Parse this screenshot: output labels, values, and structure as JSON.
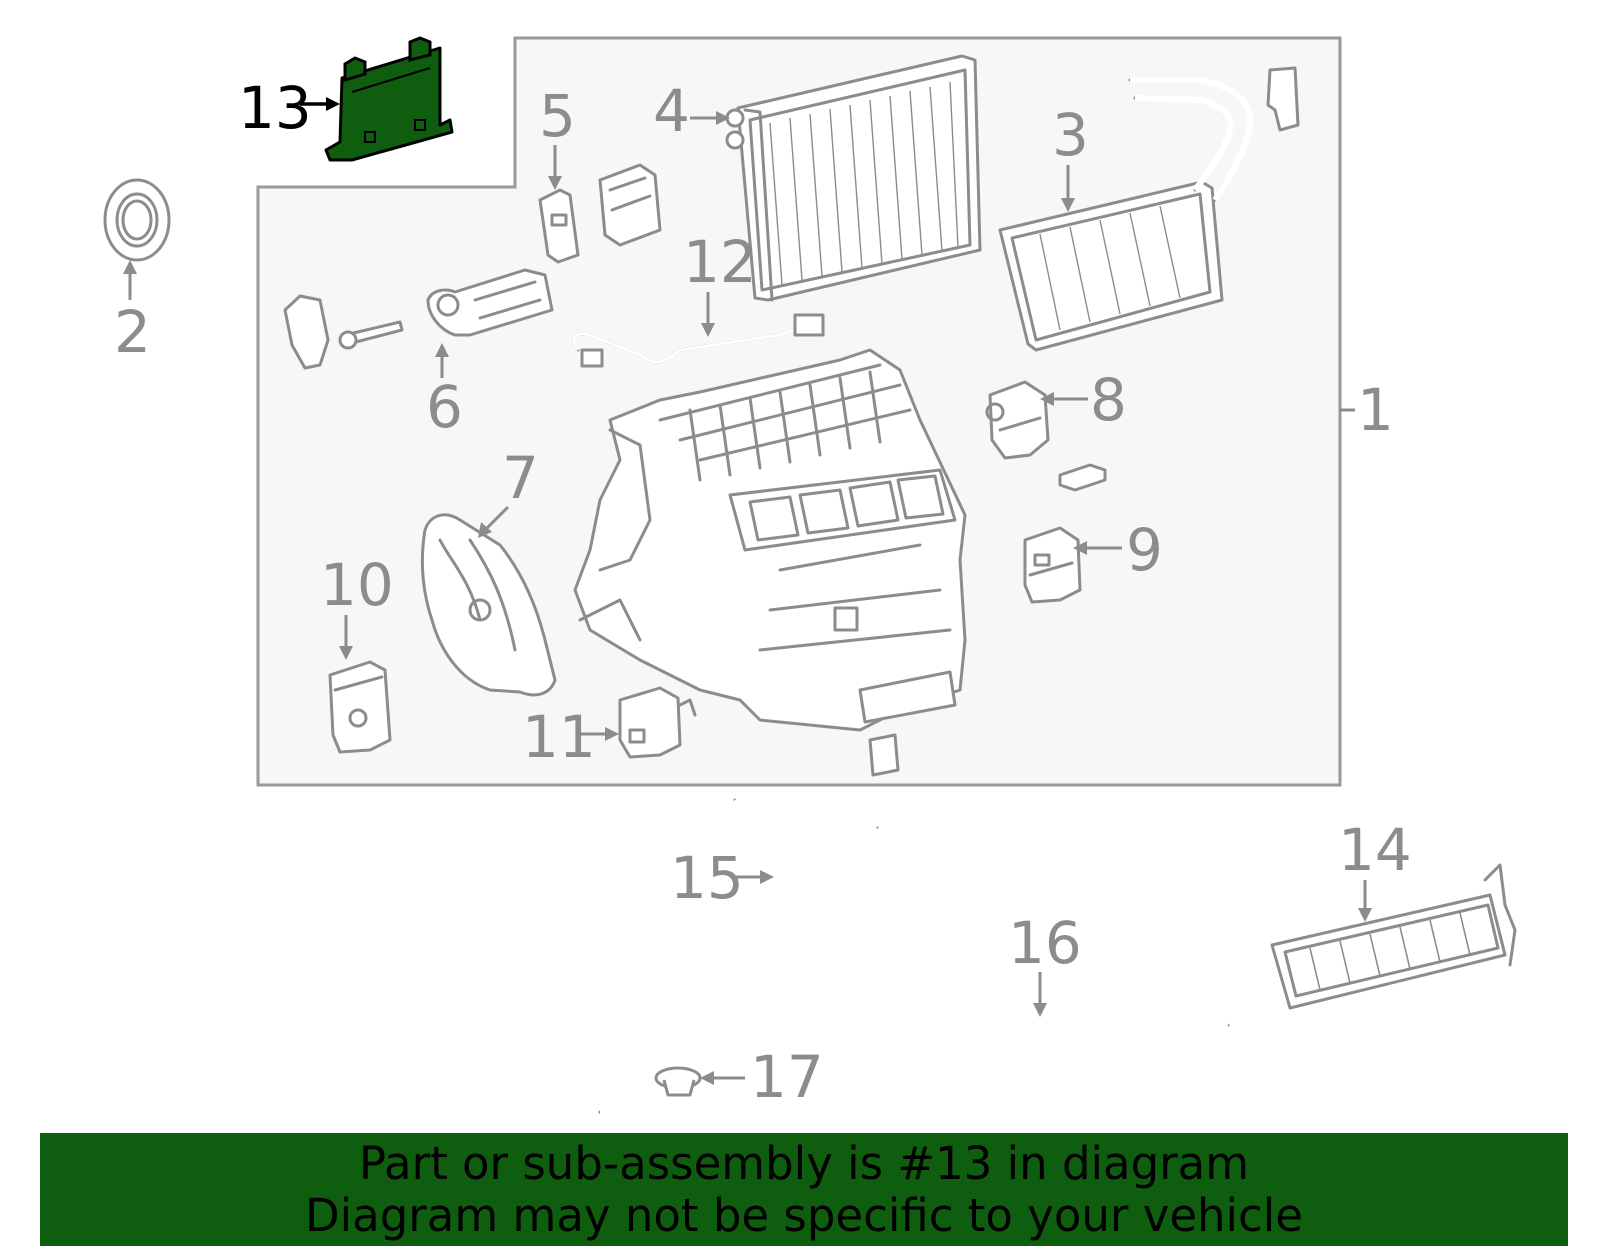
{
  "colors": {
    "highlight": "#0f5e0f",
    "line": "#8c8c8c",
    "panel": "#f7f7f7",
    "banner_text": "#000000"
  },
  "callouts": [
    "1",
    "2",
    "3",
    "4",
    "5",
    "6",
    "7",
    "8",
    "9",
    "10",
    "11",
    "12",
    "13",
    "14",
    "15",
    "16",
    "17"
  ],
  "highlighted_callout": "13",
  "banner": {
    "line1": "Part or sub-assembly is #13 in diagram",
    "line2": "Diagram may not be specific to your vehicle"
  }
}
